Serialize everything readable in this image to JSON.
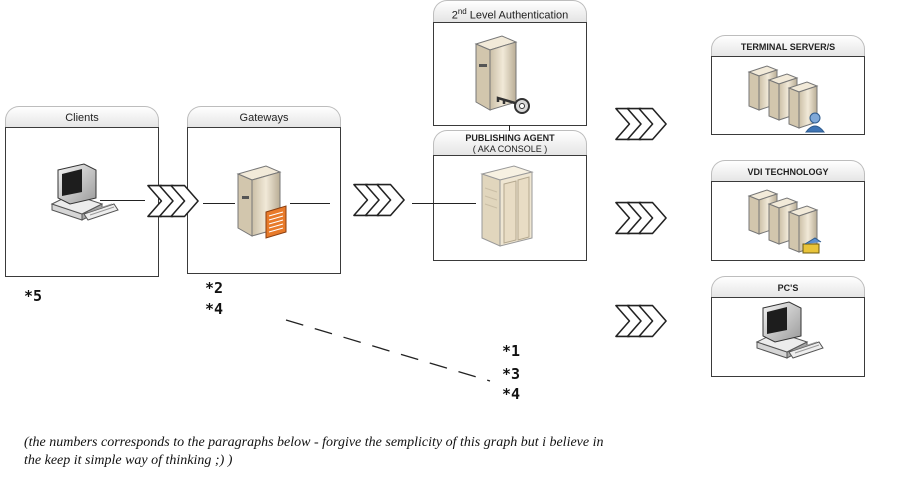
{
  "nodes": {
    "clients": {
      "label": "Clients",
      "icon": "desktop-computer-icon"
    },
    "gateways": {
      "label": "Gateways",
      "icon": "gateway-server-icon"
    },
    "auth": {
      "label_prefix": "2",
      "label_sup": "nd",
      "label_rest": " Level Authentication",
      "icon": "server-with-key-icon"
    },
    "publishing": {
      "label_line1": "PUBLISHING AGENT",
      "label_line2": "( AKA CONSOLE )",
      "icon": "server-cabinet-icon"
    },
    "terminal": {
      "label": "TERMINAL SERVER/S",
      "icon": "server-cluster-user-icon"
    },
    "vdi": {
      "label": "VDI TECHNOLOGY",
      "icon": "server-cluster-icon"
    },
    "pcs": {
      "label": "PC'S",
      "icon": "desktop-computer-icon"
    }
  },
  "notes": {
    "n5": "*5",
    "n2": "*2",
    "n4a": "*4",
    "n1": "*1",
    "n3": "*3",
    "n4b": "*4"
  },
  "caption_line1": "(the numbers corresponds to the paragraphs below - forgive the semplicity of this graph but i believe in",
  "caption_line2": "the keep it simple way of thinking ;) )",
  "colors": {
    "border": "#3a3a3a",
    "server_beige": "#e8dcc4",
    "accent_orange": "#e87a2a"
  }
}
